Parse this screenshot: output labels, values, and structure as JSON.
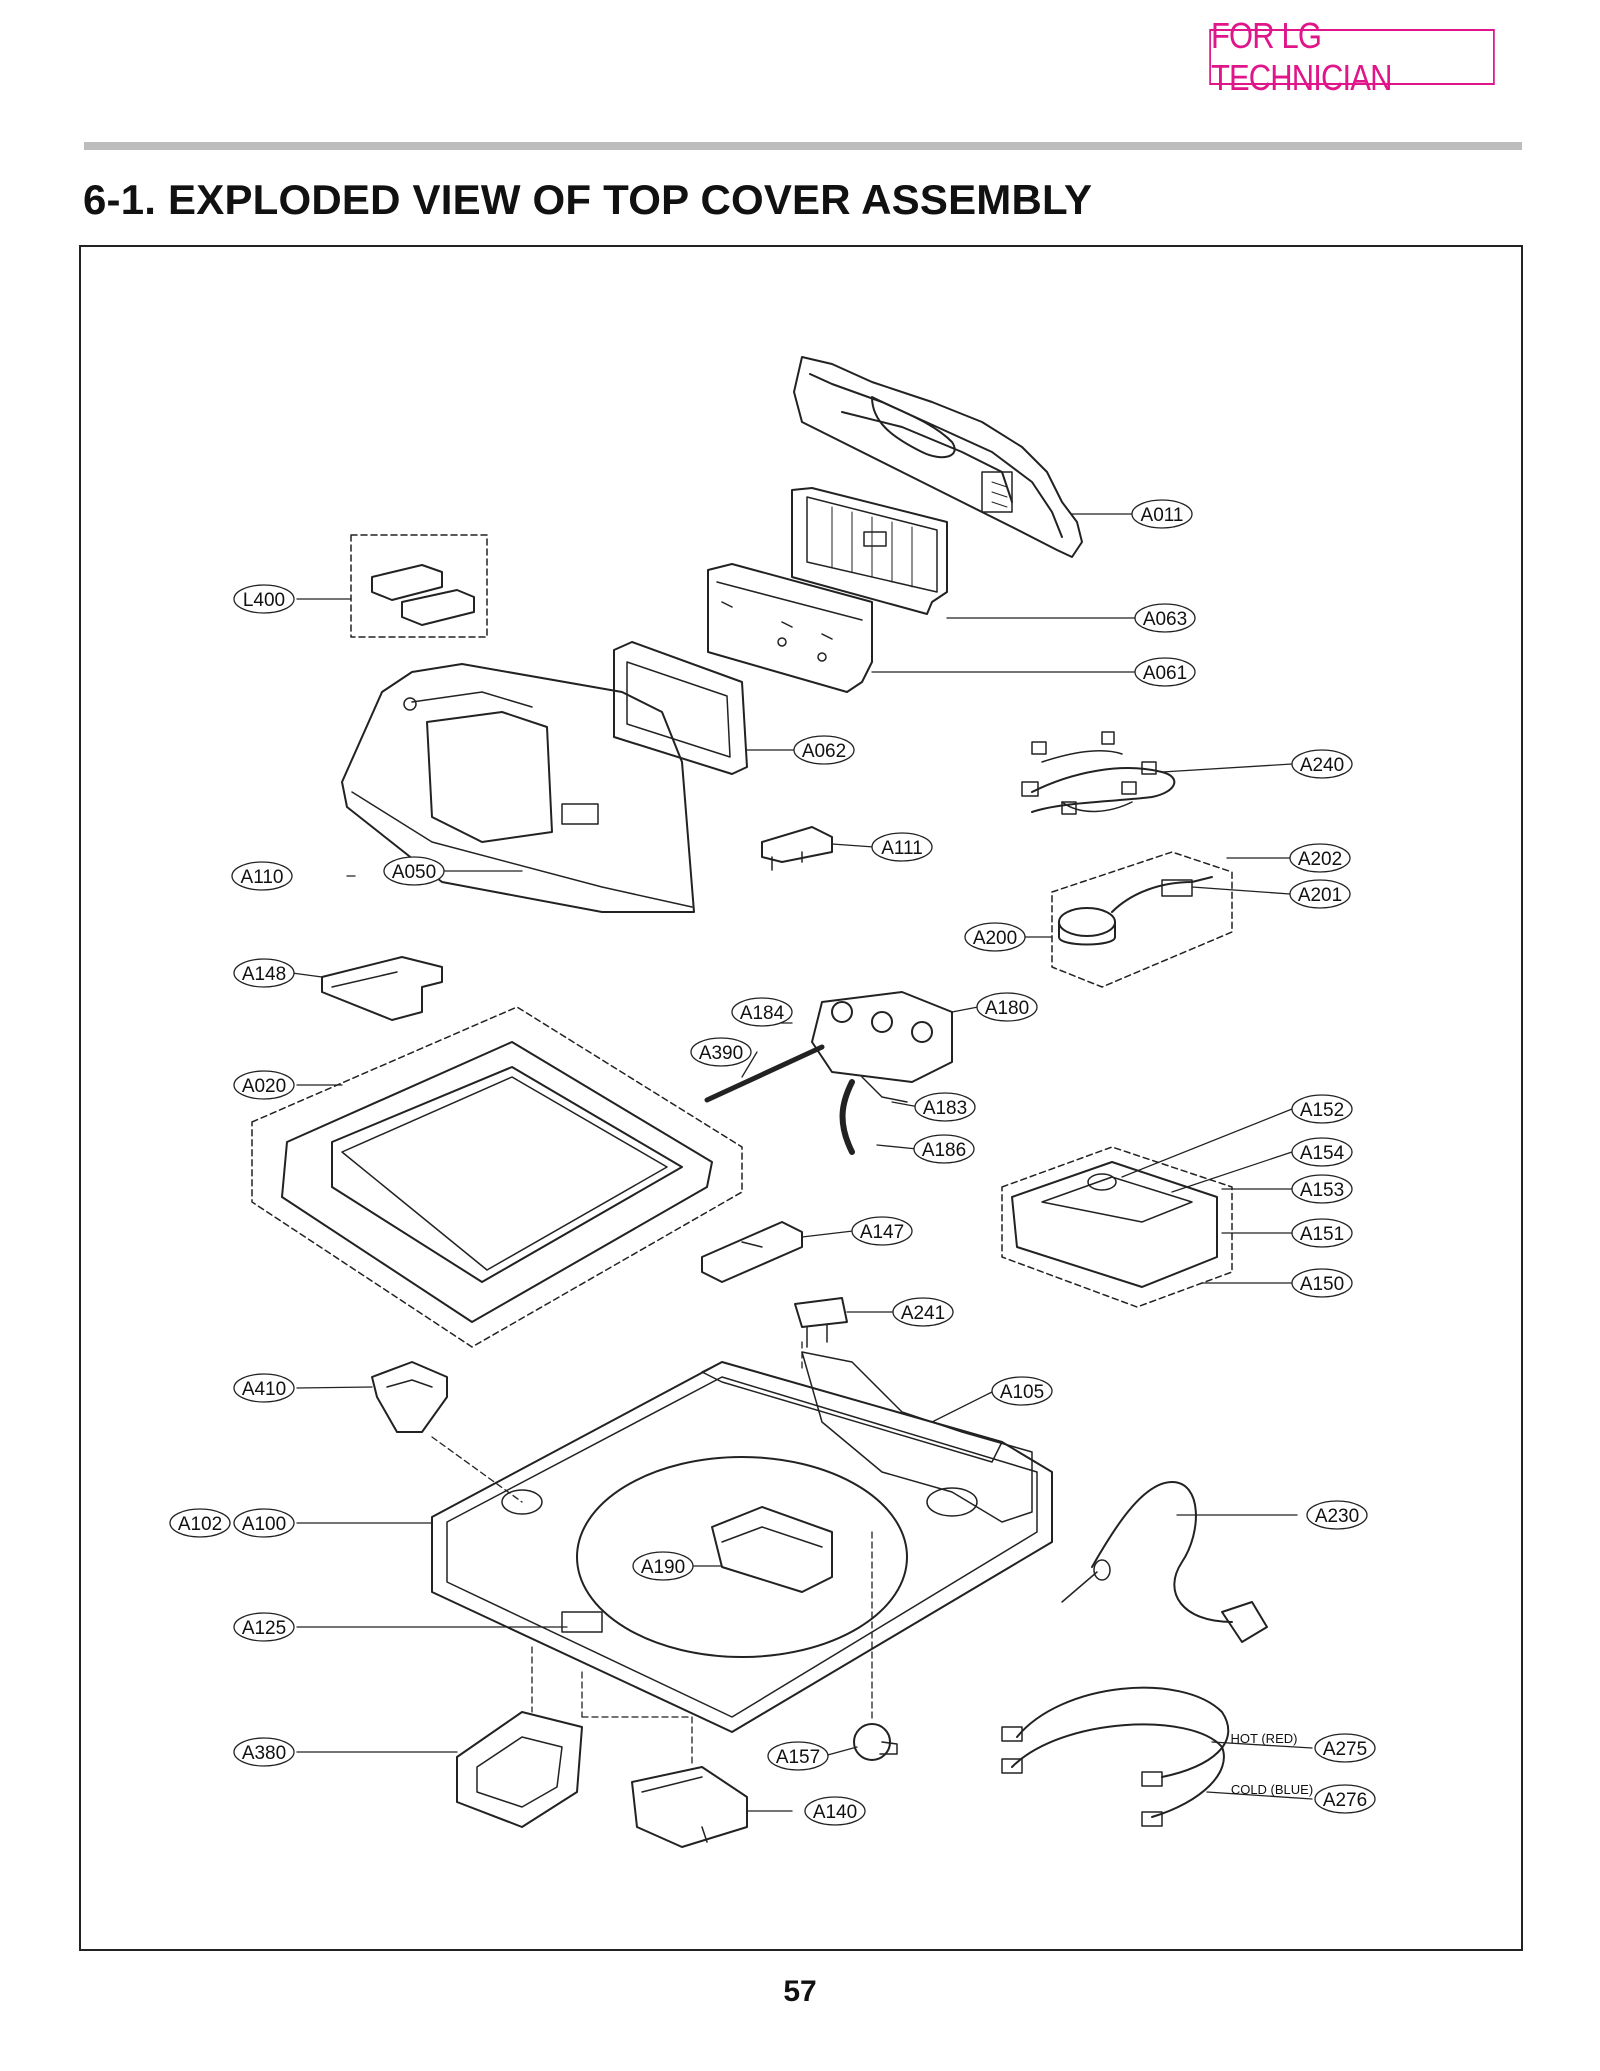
{
  "header": {
    "badge": "FOR LG TECHNICIAN",
    "title": "6-1. EXPLODED VIEW OF TOP COVER ASSEMBLY"
  },
  "page_number": "57",
  "colors": {
    "badge": "#e0158a",
    "rule": "#bdbdbd",
    "line": "#222222"
  },
  "diagram": {
    "parts": [
      "A011",
      "A063",
      "L400",
      "A061",
      "A062",
      "A240",
      "A111",
      "A202",
      "A110",
      "A050",
      "A201",
      "A200",
      "A148",
      "A184",
      "A180",
      "A390",
      "A020",
      "A183",
      "A152",
      "A186",
      "A154",
      "A153",
      "A147",
      "A151",
      "A150",
      "A241",
      "A410",
      "A105",
      "A102",
      "A100",
      "A230",
      "A190",
      "A125",
      "A380",
      "A157",
      "A275",
      "A140",
      "A276"
    ],
    "hose_labels": {
      "hot": "HOT (RED)",
      "cold": "COLD (BLUE)"
    }
  }
}
